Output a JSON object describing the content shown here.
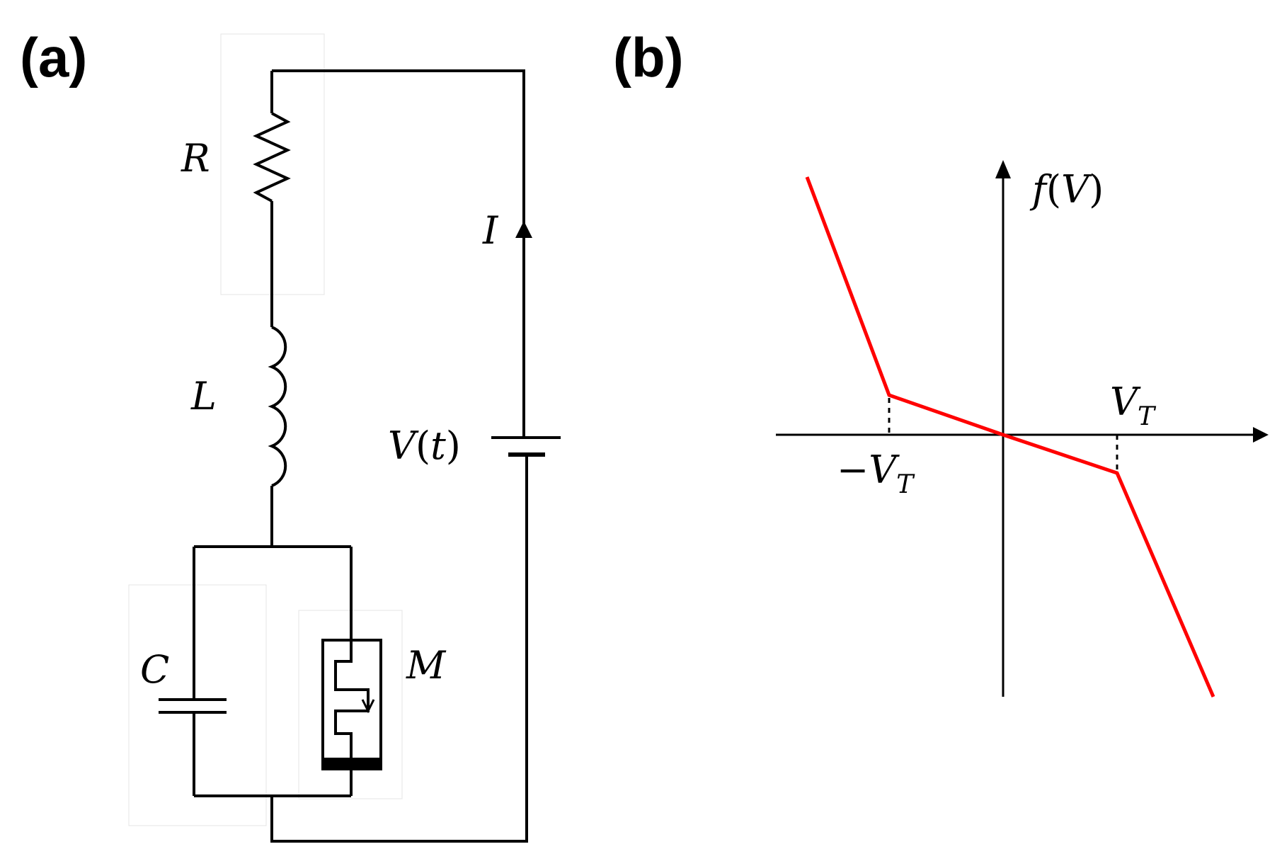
{
  "panels": {
    "a": {
      "label": "(a)",
      "components": {
        "resistor": "R",
        "inductor": "L",
        "capacitor": "C",
        "memristor": "M",
        "current": "I",
        "source": {
          "symbol": "V",
          "open_paren": "(",
          "arg": "t",
          "close_paren": ")"
        }
      }
    },
    "b": {
      "label": "(b)",
      "function": {
        "name": "f",
        "open_paren": "(",
        "arg": "V",
        "close_paren": ")"
      },
      "threshold_pos": {
        "symbol": "V",
        "sub": "T"
      },
      "threshold_neg": {
        "sign": "−",
        "symbol": "V",
        "sub": "T"
      },
      "colors": {
        "curve": "#ff0000",
        "axes": "#000000"
      }
    }
  }
}
